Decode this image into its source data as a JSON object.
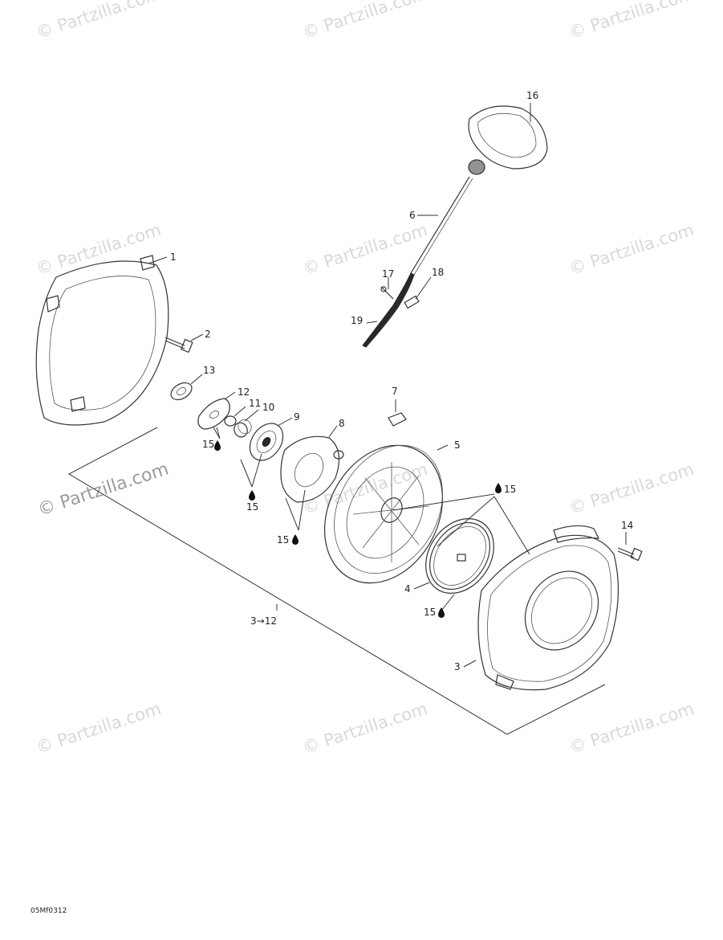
{
  "watermark": "© Partzilla.com",
  "drawing_code": "05Mf0312",
  "callouts": {
    "c1": "1",
    "c2": "2",
    "c3": "3",
    "c4": "4",
    "c5": "5",
    "c6": "6",
    "c7": "7",
    "c8": "8",
    "c9": "9",
    "c10": "10",
    "c11": "11",
    "c12": "12",
    "c13": "13",
    "c14": "14",
    "c16": "16",
    "c17": "17",
    "c18": "18",
    "c19": "19",
    "c15": "15",
    "assembly": "3→12"
  }
}
